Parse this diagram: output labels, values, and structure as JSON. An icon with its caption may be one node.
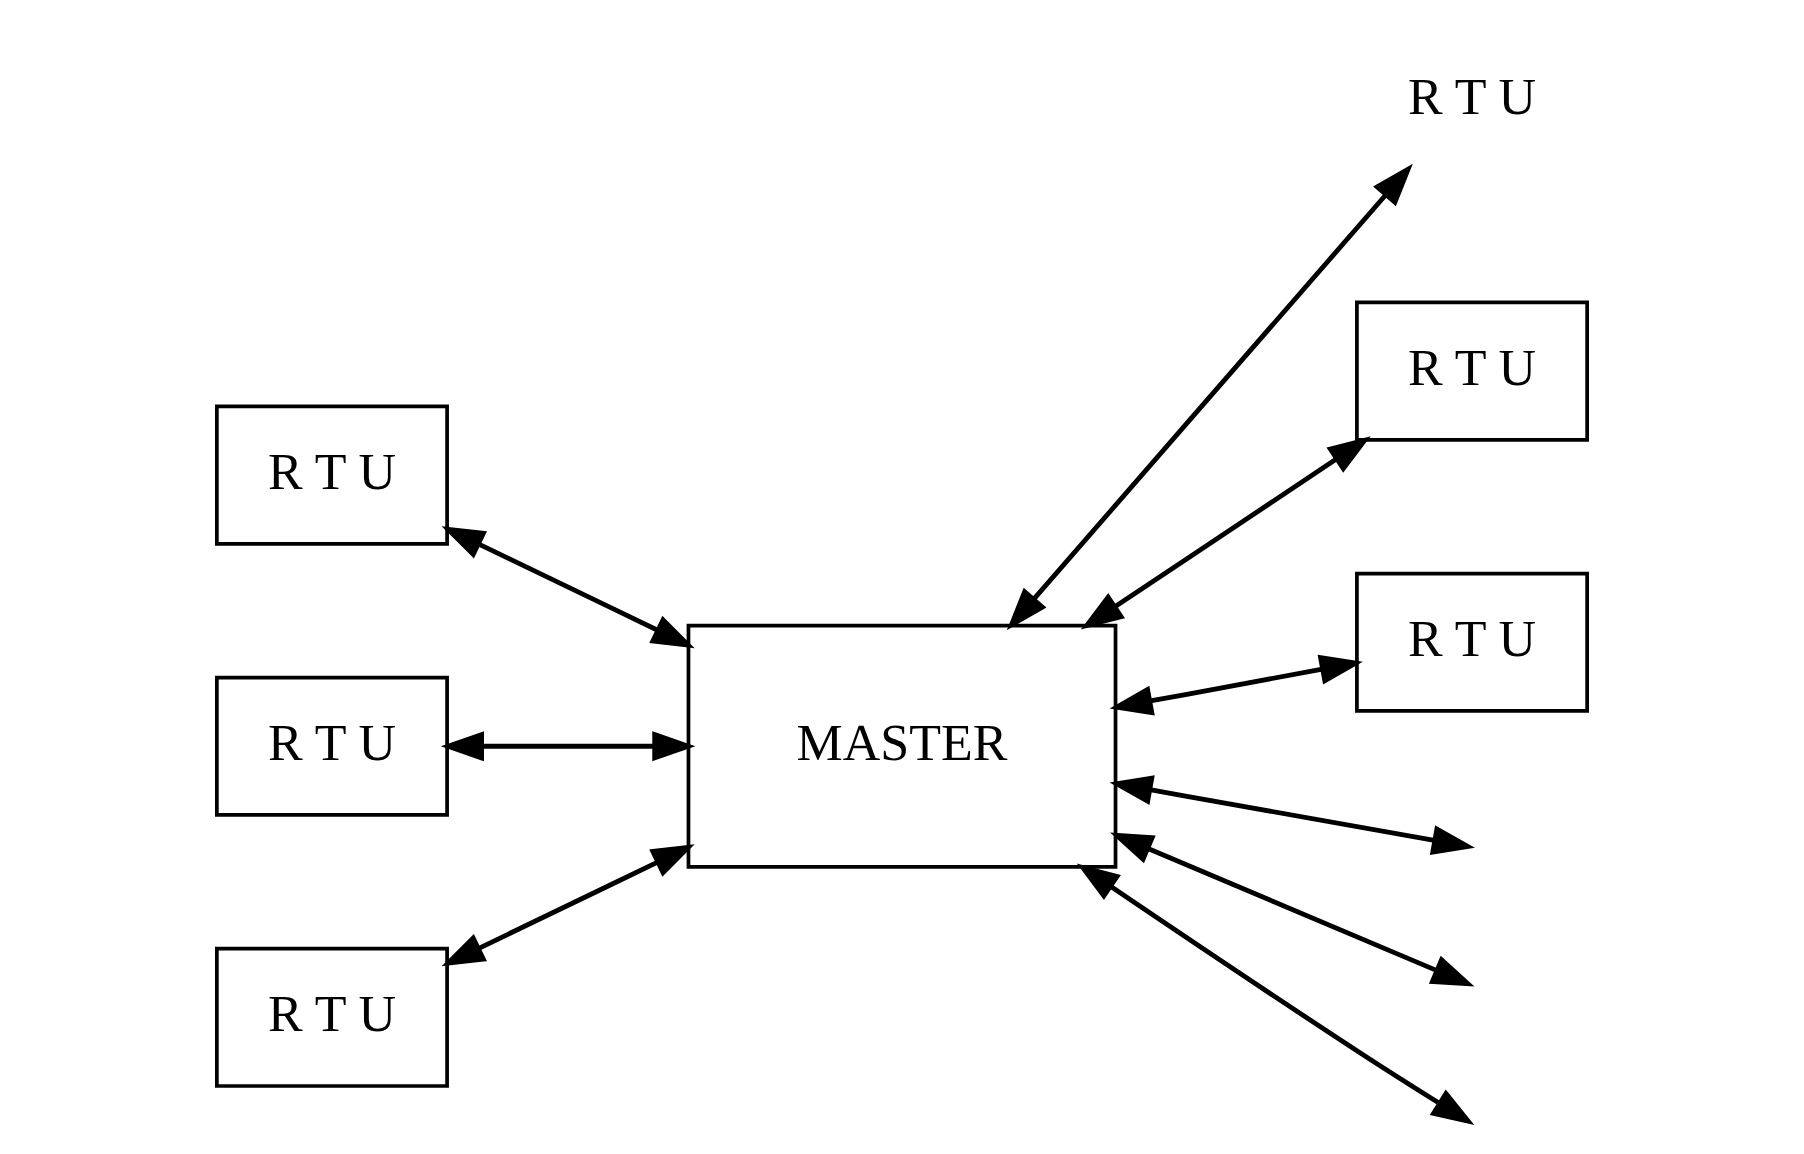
{
  "diagram": {
    "nodes": [
      {
        "text": [
          "MASTER"
        ]
      },
      {
        "text": [
          "R T U"
        ]
      },
      {
        "text": [
          "R T U"
        ]
      },
      {
        "text": [
          "R T U"
        ]
      },
      {
        "text": [
          "R T U"
        ]
      },
      {
        "text": [
          "R T U"
        ]
      },
      {
        "text": [
          "R T U"
        ]
      }
    ],
    "edges": [
      {
        "from": 1,
        "to": 0,
        "arrow": "both"
      },
      {
        "from": 2,
        "to": 0,
        "arrow": "both"
      },
      {
        "from": 0,
        "to": null,
        "arrow": "both"
      },
      {
        "from": 3,
        "to": 0,
        "arrow": "both"
      },
      {
        "from": 0,
        "to": 4,
        "arrow": "both"
      },
      {
        "from": 0,
        "to": null,
        "arrow": "both"
      },
      {
        "from": 0,
        "to": 5,
        "arrow": "both"
      },
      {
        "from": 0,
        "to": 6,
        "arrow": "both"
      },
      {
        "from": 0,
        "to": null,
        "arrow": "both"
      }
    ]
  }
}
